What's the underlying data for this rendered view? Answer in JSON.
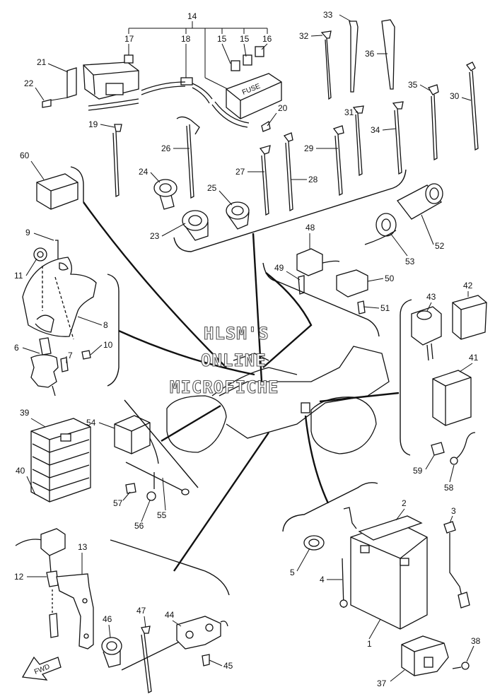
{
  "watermark": {
    "line1": "HLSM'S",
    "line2": "ONLINE",
    "line3": "MICROFICHE"
  },
  "fuse_box_label": "FUSE",
  "fwd_label": "FWD",
  "callouts": [
    "14",
    "17",
    "18",
    "15",
    "15",
    "16",
    "21",
    "22",
    "20",
    "33",
    "32",
    "36",
    "35",
    "30",
    "31",
    "34",
    "19",
    "26",
    "29",
    "27",
    "28",
    "24",
    "25",
    "23",
    "60",
    "9",
    "11",
    "8",
    "6",
    "7",
    "10",
    "48",
    "49",
    "50",
    "51",
    "52",
    "53",
    "43",
    "42",
    "41",
    "39",
    "54",
    "40",
    "57",
    "56",
    "55",
    "59",
    "58",
    "2",
    "3",
    "5",
    "4",
    "1",
    "12",
    "13",
    "46",
    "47",
    "44",
    "45",
    "38",
    "37"
  ]
}
